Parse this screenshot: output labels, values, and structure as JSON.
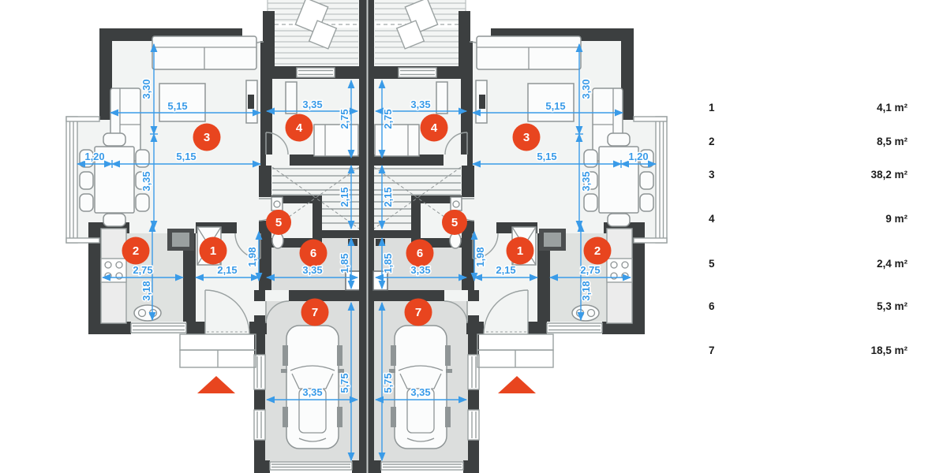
{
  "legend": {
    "rows": [
      {
        "num": "1",
        "area": "4,1 m²"
      },
      {
        "num": "2",
        "area": "8,5 m²"
      },
      {
        "num": "3",
        "area": "38,2 m²"
      },
      {
        "num": "4",
        "area": "9 m²"
      },
      {
        "num": "5",
        "area": "2,4 m²"
      },
      {
        "num": "6",
        "area": "5,3 m²"
      },
      {
        "num": "7",
        "area": "18,5 m²"
      }
    ]
  },
  "plan": {
    "room_numbers": [
      "1",
      "2",
      "3",
      "4",
      "5",
      "6",
      "7"
    ],
    "dims": {
      "living_w": "5,15",
      "living_d1": "3,30",
      "living_d2": "3,35",
      "dining_niche": "1,20",
      "room4_w": "3,35",
      "room4_d": "2,75",
      "stairs_d": "2,15",
      "hall_w": "2,15",
      "hall_d": "1,98",
      "kitchen_w": "2,75",
      "kitchen_d": "3,18",
      "util_w": "3,35",
      "util_d": "1,85",
      "garage_w": "3,35",
      "garage_d": "5,75"
    },
    "colors": {
      "dimension_blue": "#3a9be8",
      "accent_red": "#e8451f",
      "wall_dark": "#3c3f40"
    }
  }
}
